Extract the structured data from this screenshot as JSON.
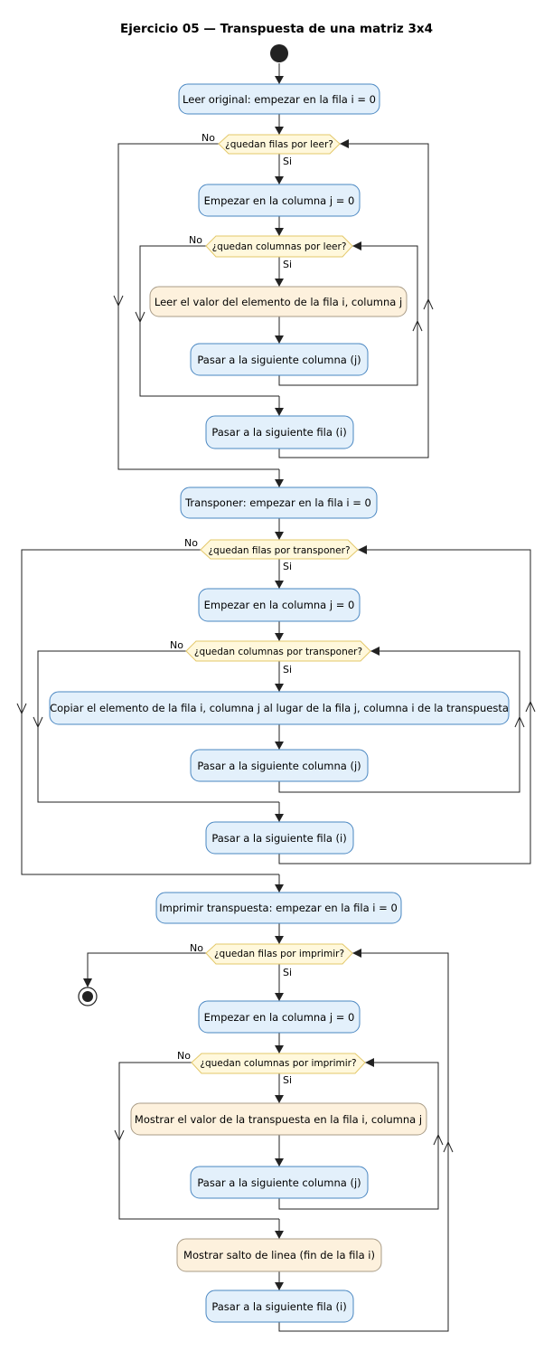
{
  "title": "Ejercicio 05 — Transpuesta de una matriz 3x4",
  "colors": {
    "process_fill": "#e3f0fb",
    "io_fill": "#fdf1dd",
    "decision_fill": "#fff8dc"
  },
  "labels": {
    "yes": "Si",
    "no": "No"
  },
  "read": {
    "start": "Leer original: empezar en la fila i = 0",
    "rows_q": "¿quedan filas por leer?",
    "col_start": "Empezar en la columna j = 0",
    "cols_q": "¿quedan columnas por leer?",
    "read_value": "Leer el valor del elemento de la fila i, columna j",
    "next_col": "Pasar a la siguiente columna (j)",
    "next_row": "Pasar a la siguiente fila (i)"
  },
  "transpose": {
    "start": "Transponer: empezar en la fila i = 0",
    "rows_q": "¿quedan filas por transponer?",
    "col_start": "Empezar en la columna j = 0",
    "cols_q": "¿quedan columnas por transponer?",
    "copy": "Copiar el elemento de la fila i, columna j al lugar de la fila j, columna i de la transpuesta",
    "next_col": "Pasar a la siguiente columna (j)",
    "next_row": "Pasar a la siguiente fila (i)"
  },
  "print": {
    "start": "Imprimir transpuesta: empezar en la fila i = 0",
    "rows_q": "¿quedan filas por imprimir?",
    "col_start": "Empezar en la columna j = 0",
    "cols_q": "¿quedan columnas por imprimir?",
    "show_value": "Mostrar el valor de la transpuesta en la fila i, columna j",
    "next_col": "Pasar a la siguiente columna (j)",
    "newline": "Mostrar salto de linea (fin de la fila i)",
    "next_row": "Pasar a la siguiente fila (i)"
  }
}
